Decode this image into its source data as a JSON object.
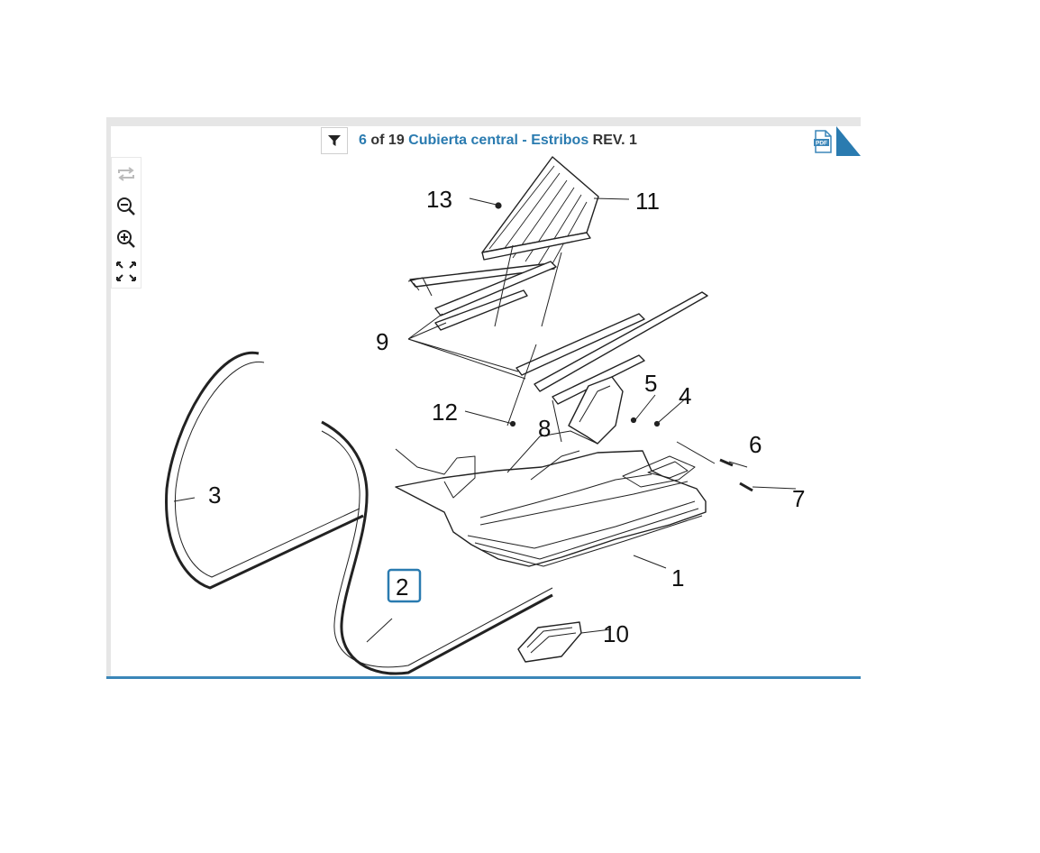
{
  "header": {
    "current_page": "6",
    "of_label": "of",
    "total_pages": "19",
    "title": "Cubierta central - Estribos",
    "rev_label": "REV. 1"
  },
  "toolbar": {
    "tools": [
      "rotate-icon",
      "zoom-out-icon",
      "zoom-in-icon",
      "fit-screen-icon"
    ],
    "pdf_label": "PDF"
  },
  "callouts": {
    "c1": "1",
    "c2": "2",
    "c3": "3",
    "c4": "4",
    "c5": "5",
    "c6": "6",
    "c7": "7",
    "c8": "8",
    "c9": "9",
    "c10": "10",
    "c11": "11",
    "c12": "12",
    "c13": "13"
  },
  "selected_callout": "2",
  "colors": {
    "accent": "#2a7bb0",
    "frame": "#e6e6e6",
    "bottom_border": "#3b86b8"
  }
}
